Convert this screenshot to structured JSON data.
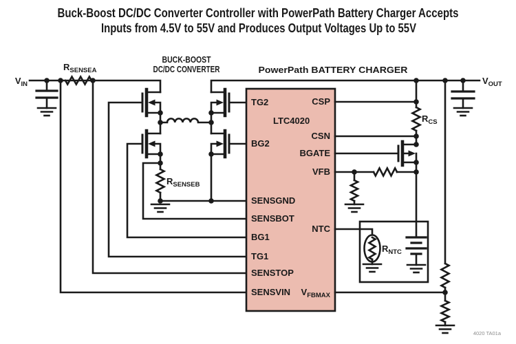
{
  "title": {
    "line1": "Buck-Boost DC/DC Converter Controller with PowerPath Battery Charger Accepts",
    "line2": "Inputs from 4.5V to 55V and Produces Output Voltages Up to 55V"
  },
  "sections": {
    "converter_line1": "BUCK-BOOST",
    "converter_line2": "DC/DC CONVERTER",
    "charger": "PowerPath BATTERY CHARGER"
  },
  "chip": {
    "name": "LTC4020",
    "left_pins": [
      "TG2",
      "BG2",
      "SENSGND",
      "SENSBOT",
      "BG1",
      "TG1",
      "SENSTOP",
      "SENSVIN"
    ],
    "right_pins": [
      "CSP",
      "CSN",
      "BGATE",
      "VFB",
      "NTC"
    ],
    "vfbmax_pin": {
      "main": "V",
      "sub": "FBMAX"
    }
  },
  "labels": {
    "vin": {
      "main": "V",
      "sub": "IN"
    },
    "vout": {
      "main": "V",
      "sub": "OUT"
    },
    "rsensea": {
      "main": "R",
      "sub": "SENSEA"
    },
    "rsenseb": {
      "main": "R",
      "sub": "SENSEB"
    },
    "rcs": {
      "main": "R",
      "sub": "CS"
    },
    "rntc": {
      "main": "R",
      "sub": "NTC"
    }
  },
  "note": "4020 TA01a",
  "colors": {
    "line": "#1a1a1a",
    "chip_fill": "#ecbcb0",
    "note": "#8c8c8c"
  }
}
